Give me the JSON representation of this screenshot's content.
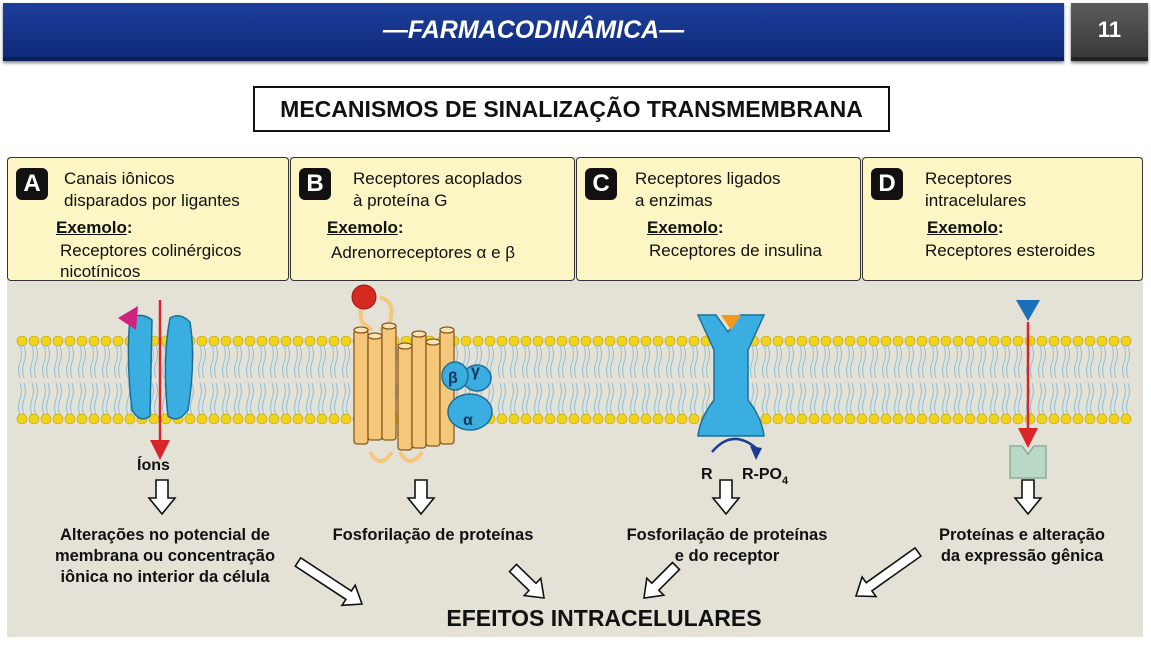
{
  "header": {
    "title": "—FARMACODINÂMICA—",
    "page_number": "11"
  },
  "heading": "MECANISMOS DE SINALIZAÇÃO TRANSMEMBRANA",
  "panels": [
    {
      "letter": "A",
      "title": "Canais iônicos\ndisparados por ligantes",
      "example_label": "Exemolo",
      "example_colon": ":",
      "example_value": "Receptores colinérgicos\nnicotínicos"
    },
    {
      "letter": "B",
      "title": "Receptores acoplados\nà proteína G",
      "example_label": "Exemolo",
      "example_colon": ":",
      "example_value": "Adrenorreceptores α e β"
    },
    {
      "letter": "C",
      "title": "Receptores ligados\na enzimas",
      "example_label": "Exemolo",
      "example_colon": ":",
      "example_value": "Receptores de insulina"
    },
    {
      "letter": "D",
      "title": "Receptores\nintracelulares",
      "example_label": "Exemolo",
      "example_colon": ":",
      "example_value": "Receptores esteroides"
    }
  ],
  "diagram": {
    "ions_label": "Íons",
    "g_subunits": {
      "beta": "β",
      "gamma": "γ",
      "alpha": "α"
    },
    "r_label": "R",
    "rpo4_label": "R-PO",
    "rpo4_subscript": "4",
    "effects": [
      [
        "Alterações no potencial de",
        "membrana ou concentração",
        "iônica no interior da célula"
      ],
      [
        "Fosforilação de proteínas"
      ],
      [
        "Fosforilação de proteínas",
        "e do receptor"
      ],
      [
        "Proteínas e alteração",
        "da expressão gênica"
      ]
    ],
    "final_label": "EFEITOS INTRACELULARES",
    "colors": {
      "lipid_head": "#f2d31b",
      "receptor_blue": "#3aaee0",
      "gprotein_orange": "#f5c77a",
      "ligand_red": "#d42a1f",
      "ligand_magenta": "#d0217f",
      "ligand_orange": "#f39a1e",
      "ligand_blue": "#1a6fb8",
      "arrow_red": "#d9252a"
    }
  }
}
